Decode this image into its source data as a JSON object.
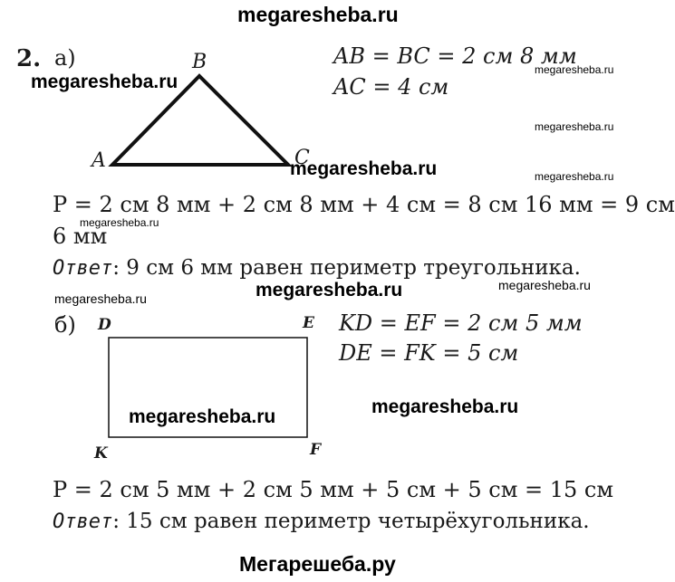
{
  "watermarks": {
    "top": "megaresheba.ru",
    "w1": "megaresheba.ru",
    "w2": "megaresheba.ru",
    "w3": "megaresheba.ru",
    "w4": "megaresheba.ru",
    "w5": "megaresheba.ru",
    "w6": "megaresheba.ru",
    "w7": "megaresheba.ru",
    "w8": "megaresheba.ru",
    "w9": "megaresheba.ru",
    "w10": "megaresheba.ru",
    "w11": "megaresheba.ru",
    "bottom": "Мегарешеба.ру"
  },
  "problem": {
    "number": "2.",
    "part_a": {
      "label": "а)",
      "vertices": {
        "A": "A",
        "B": "B",
        "C": "C"
      },
      "given1": "AB = BC = 2 см 8 мм",
      "given2": "AC = 4 см",
      "perimeter_line1": "P = 2 см 8 мм + 2 см 8 мм + 4 см = 8 см 16 мм = 9 см",
      "perimeter_line2": "6 мм",
      "answer_word": "Ответ",
      "answer_text": ": 9 см 6 мм равен периметр треугольника."
    },
    "part_b": {
      "label": "б)",
      "vertices": {
        "D": "D",
        "E": "E",
        "K": "K",
        "F": "F"
      },
      "given1": "KD = EF = 2 см 5 мм",
      "given2": "DE = FK = 5 см",
      "perimeter_line": "P = 2 см 5 мм + 2 см 5 мм + 5 см + 5 см = 15 см",
      "answer_word": "Ответ",
      "answer_text": ": 15 см равен периметр четырёхугольника."
    }
  },
  "colors": {
    "text": "#1a1a1a",
    "lines": "#111111",
    "background": "#ffffff"
  }
}
